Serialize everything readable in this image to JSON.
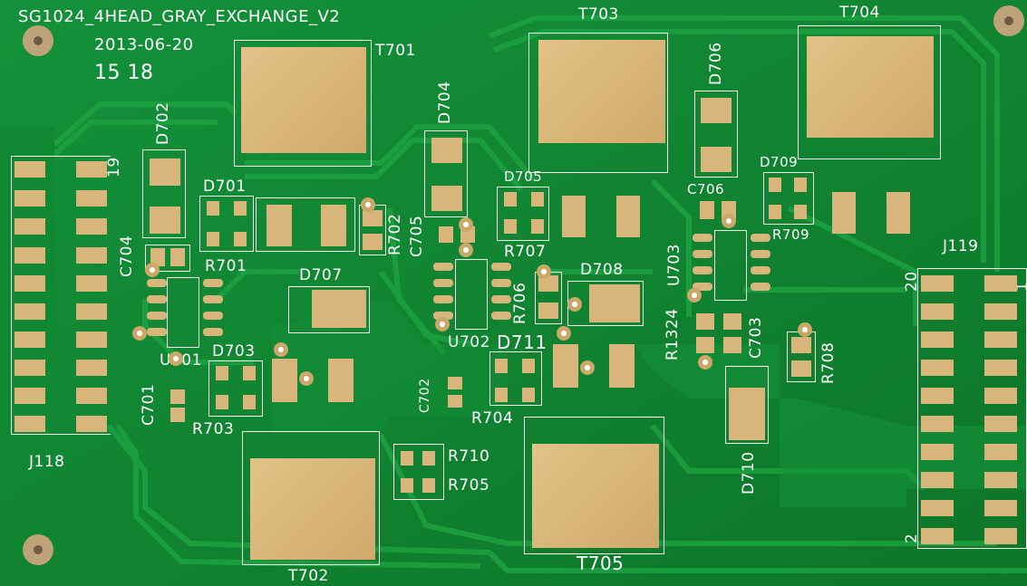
{
  "board": {
    "title": "SG1024_4HEAD_GRAY_EXCHANGE_V2",
    "date": "2013-06-20",
    "code": "15 18"
  },
  "labels": {
    "T701": "T701",
    "T702": "T702",
    "T703": "T703",
    "T704": "T704",
    "T705": "T705",
    "D701": "D701",
    "D702": "D702",
    "D703": "D703",
    "D704": "D704",
    "D705": "D705",
    "D706": "D706",
    "D707": "D707",
    "D708": "D708",
    "D709": "D709",
    "D710": "D710",
    "D711": "D711",
    "R701": "R701",
    "R702": "R702",
    "R703": "R703",
    "R704": "R704",
    "R705": "R705",
    "R706": "R706",
    "R707": "R707",
    "R708": "R708",
    "R709": "R709",
    "R710": "R710",
    "R1324": "R1324",
    "C701": "C701",
    "C702": "C702",
    "C703": "C703",
    "C704": "C704",
    "C705": "C705",
    "C706": "C706",
    "U701": "U701",
    "U702": "U702",
    "U703": "U703",
    "J118": "J118",
    "J119": "J119",
    "pin19": "19",
    "pin20": "20",
    "pin2": "2",
    "pin1": "1"
  },
  "colors": {
    "board_green": "#0f7f2e",
    "trace_green": "#1a9a3c",
    "pad_gold": "#d7b57b",
    "silkscreen": "#ffffff"
  }
}
